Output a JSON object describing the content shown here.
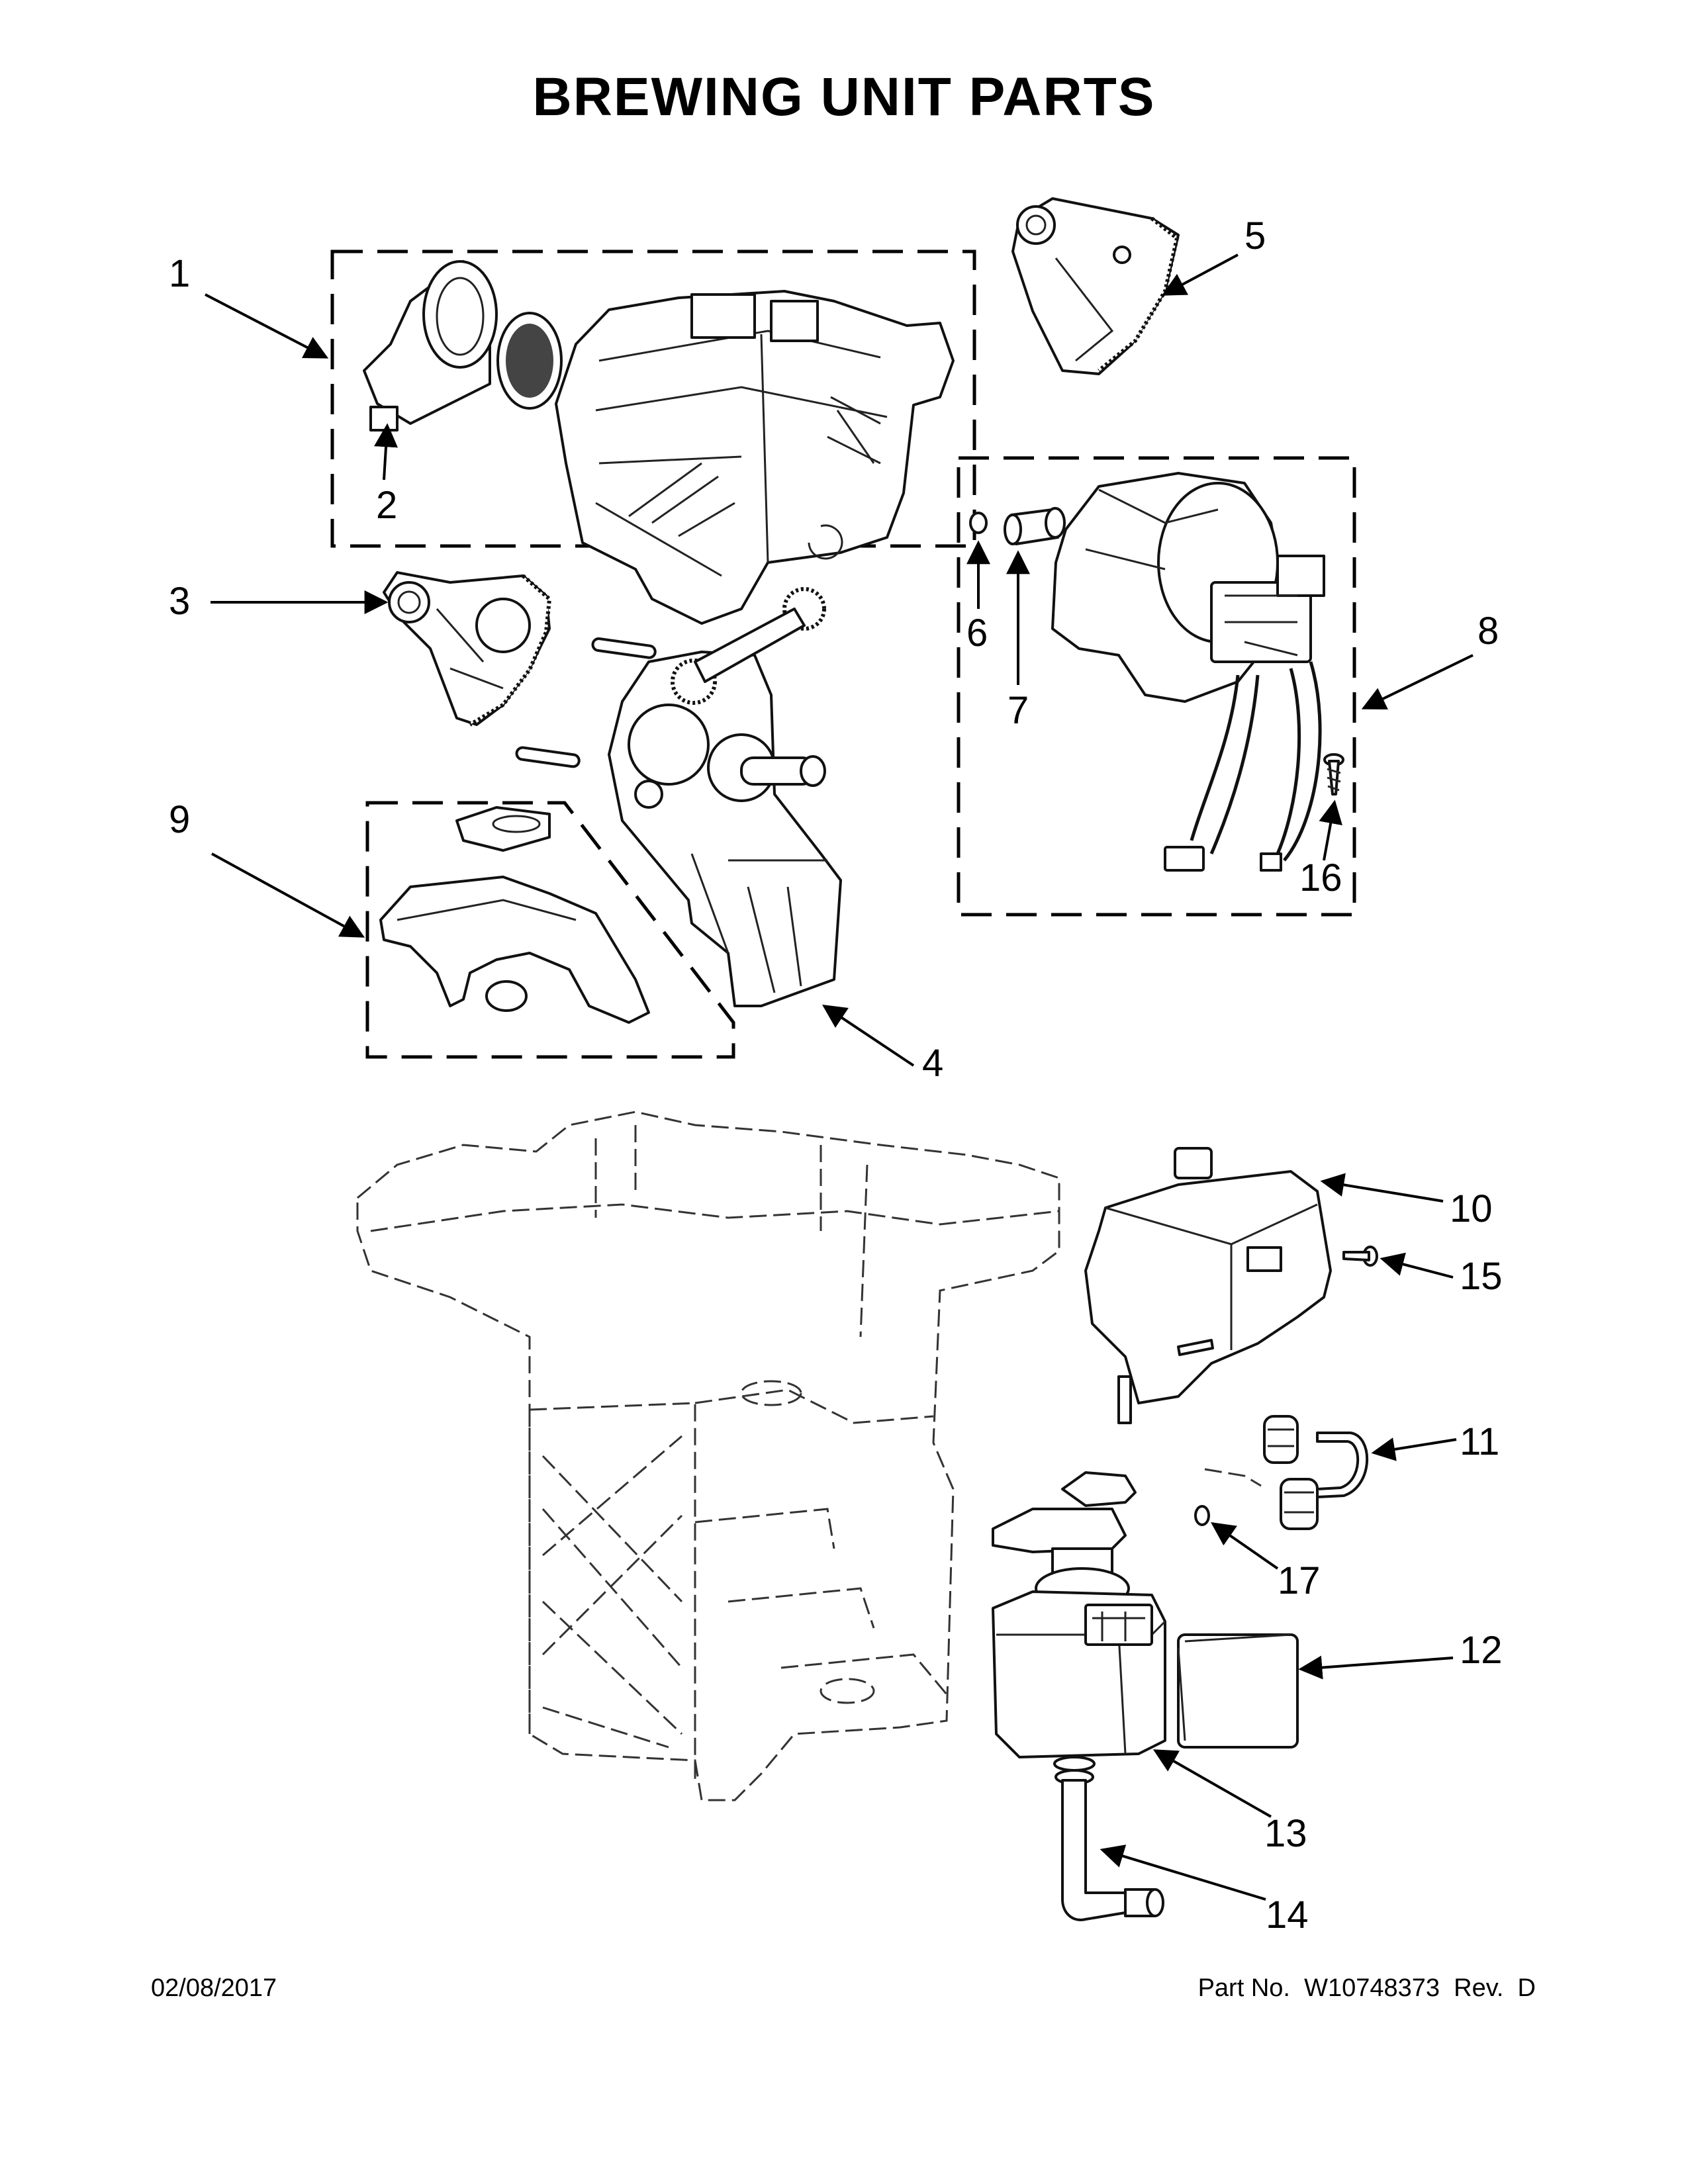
{
  "title": "BREWING UNIT PARTS",
  "callouts": [
    "1",
    "2",
    "3",
    "4",
    "5",
    "6",
    "7",
    "8",
    "9",
    "10",
    "11",
    "12",
    "13",
    "14",
    "15",
    "16",
    "17"
  ],
  "footer": {
    "date": "02/08/2017",
    "part_number": "Part No.  W10748373  Rev.  D"
  }
}
